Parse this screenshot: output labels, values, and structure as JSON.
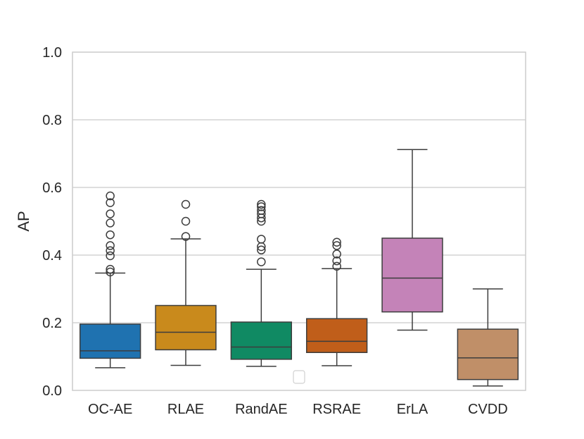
{
  "chart_data": {
    "type": "box",
    "title": "",
    "xlabel": "",
    "ylabel": "AP",
    "ylim": [
      0.0,
      1.0
    ],
    "yticks": [
      "0.0",
      "0.2",
      "0.4",
      "0.6",
      "0.8",
      "1.0"
    ],
    "grid": "horizontal",
    "legend": "empty, bottom-center",
    "categories": [
      "OC-AE",
      "RLAE",
      "RandAE",
      "RSRAE",
      "ErLA",
      "CVDD"
    ],
    "colors": [
      "#1f72b0",
      "#c98a1c",
      "#108a63",
      "#c05e1a",
      "#c483b8",
      "#c08f68"
    ],
    "boxes": [
      {
        "whisker_low": 0.067,
        "q1": 0.095,
        "median": 0.117,
        "q3": 0.196,
        "whisker_high": 0.347,
        "outliers": [
          0.35,
          0.358,
          0.398,
          0.413,
          0.428,
          0.46,
          0.495,
          0.522,
          0.555,
          0.575
        ]
      },
      {
        "whisker_low": 0.074,
        "q1": 0.12,
        "median": 0.172,
        "q3": 0.251,
        "whisker_high": 0.448,
        "outliers": [
          0.455,
          0.5,
          0.55
        ]
      },
      {
        "whisker_low": 0.071,
        "q1": 0.092,
        "median": 0.128,
        "q3": 0.202,
        "whisker_high": 0.358,
        "outliers": [
          0.38,
          0.415,
          0.425,
          0.447,
          0.5,
          0.51,
          0.522,
          0.532,
          0.543,
          0.55
        ]
      },
      {
        "whisker_low": 0.073,
        "q1": 0.112,
        "median": 0.145,
        "q3": 0.212,
        "whisker_high": 0.36,
        "outliers": [
          0.367,
          0.383,
          0.403,
          0.428,
          0.438
        ]
      },
      {
        "whisker_low": 0.178,
        "q1": 0.232,
        "median": 0.332,
        "q3": 0.45,
        "whisker_high": 0.712,
        "outliers": []
      },
      {
        "whisker_low": 0.013,
        "q1": 0.032,
        "median": 0.096,
        "q3": 0.181,
        "whisker_high": 0.3,
        "outliers": []
      }
    ]
  }
}
